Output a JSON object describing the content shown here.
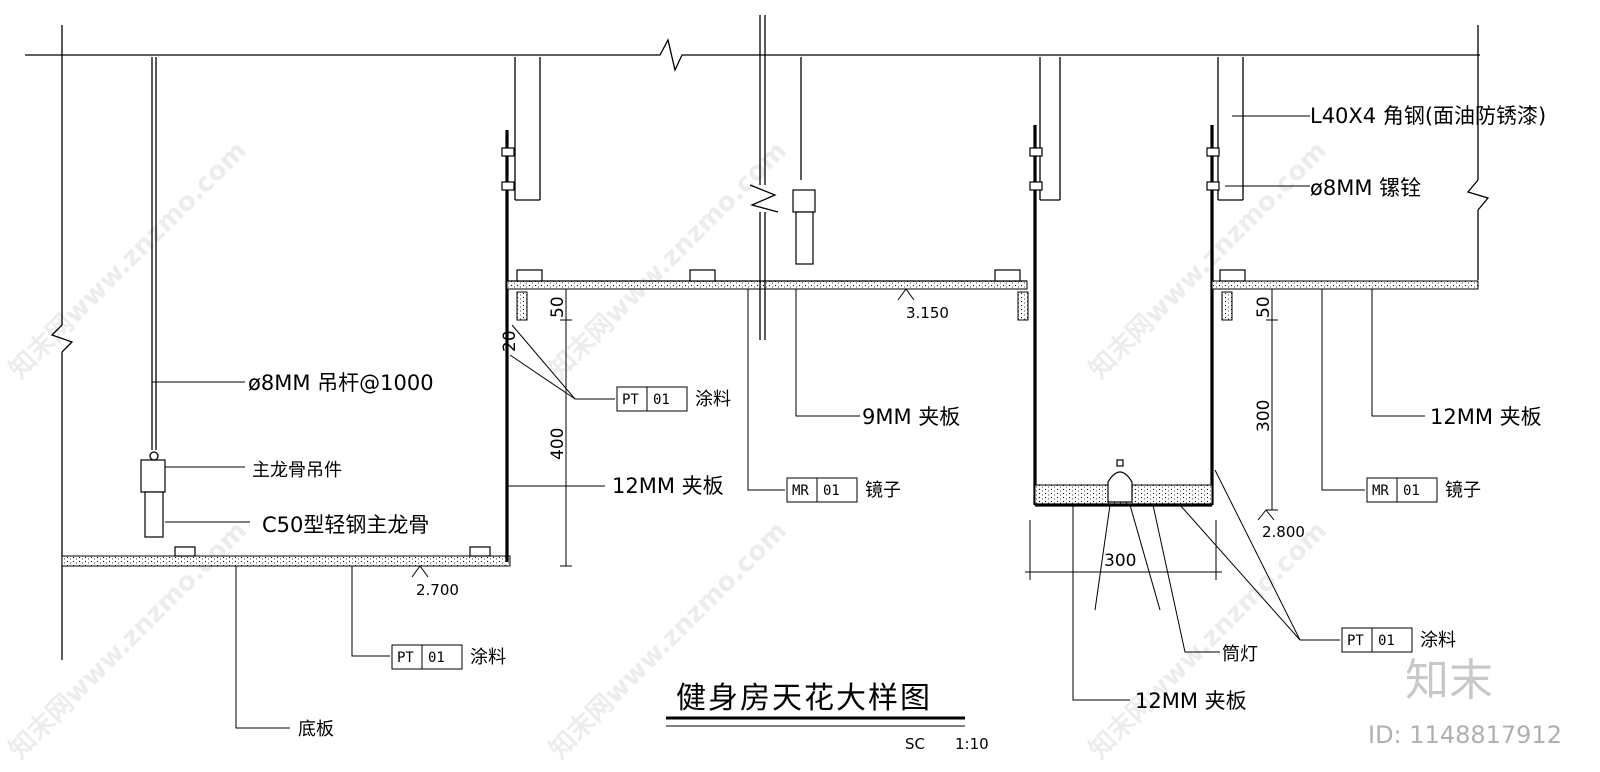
{
  "drawing": {
    "title": "健身房天花大样图",
    "scale_prefix": "SC",
    "scale_value": "1:10"
  },
  "labels": {
    "hanger_rod": "ø8MM 吊杆@1000",
    "main_keel_hanger": "主龙骨吊件",
    "main_keel": "C50型轻钢主龙骨",
    "angle_steel": "L40X4 角钢(面油防锈漆)",
    "bolt": "ø8MM 镙铨",
    "plywood_9": "9MM 夹板",
    "plywood_12_a": "12MM 夹板",
    "plywood_12_b": "12MM 夹板",
    "plywood_12_c": "12MM 夹板",
    "downlight": "筒灯",
    "base_board": "底板"
  },
  "tags": [
    {
      "code": "PT",
      "num": "01",
      "text": "涂料"
    },
    {
      "code": "MR",
      "num": "01",
      "text": "镜子"
    },
    {
      "code": "PT",
      "num": "01",
      "text": "涂料"
    },
    {
      "code": "MR",
      "num": "01",
      "text": "镜子"
    },
    {
      "code": "PT",
      "num": "01",
      "text": "涂料"
    }
  ],
  "dimensions": {
    "d50_left": "50",
    "d20": "20",
    "d400": "400",
    "d50_right": "50",
    "d300_vertical": "300",
    "d300_horizontal": "300"
  },
  "levels": {
    "lev_2700": "2.700",
    "lev_3150": "3.150",
    "lev_2800": "2.800"
  },
  "watermark": {
    "text": "知末网www.znzmo.com",
    "brand": "知末",
    "id": "ID: 1148817912"
  }
}
